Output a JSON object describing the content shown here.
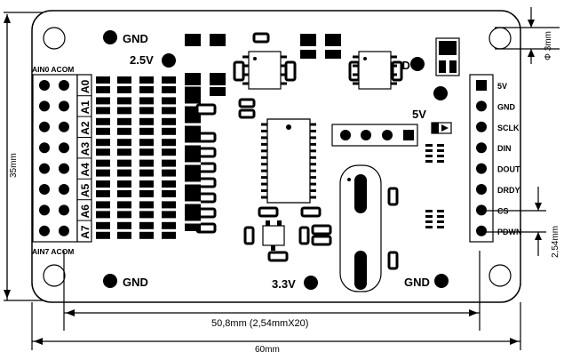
{
  "labels": {
    "gnd": "GND",
    "v25": "2.5V",
    "v5": "5V",
    "v33": "3.3V",
    "ain0_acom": "AIN0 ACOM",
    "ain7_acom": "AIN7 ACOM"
  },
  "channels": [
    "A0",
    "A1",
    "A2",
    "A3",
    "A4",
    "A5",
    "A6",
    "A7"
  ],
  "right_header": [
    "5V",
    "GND",
    "SCLK",
    "DIN",
    "DOUT",
    "DRDY",
    "CS",
    "PDWN"
  ],
  "dimensions": {
    "width_35": "35mm",
    "pitch_50": "50,8mm (2,54mmX20)",
    "width_60": "60mm",
    "hole": "Φ 3mm",
    "pin_pitch": "2,54mm"
  }
}
